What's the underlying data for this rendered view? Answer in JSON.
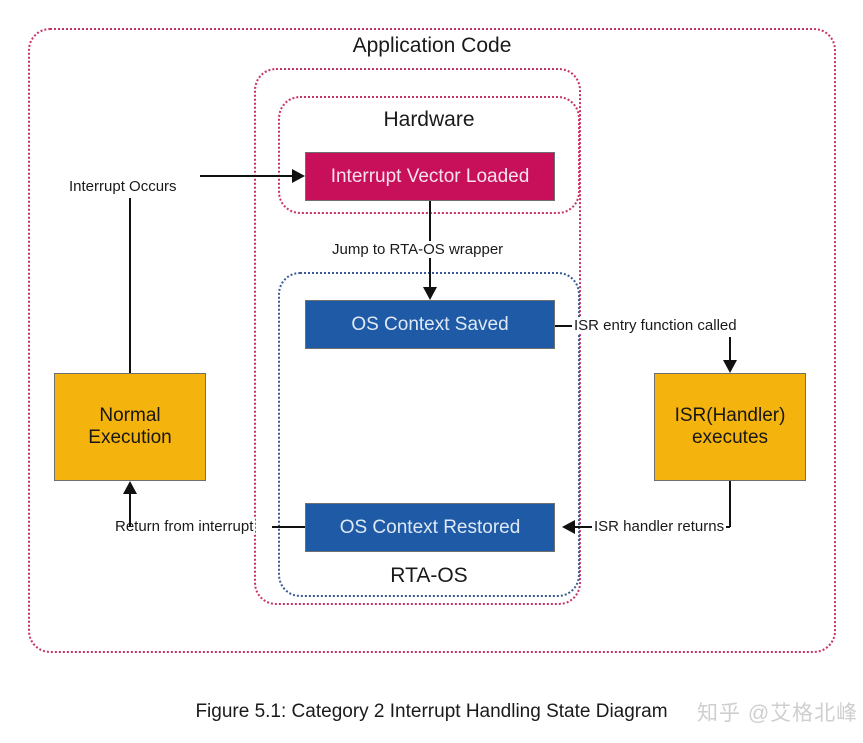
{
  "diagram": {
    "caption": "Figure 5.1: Category 2 Interrupt Handling State Diagram",
    "watermark": "知乎 @艾格北峰",
    "groups": {
      "application_code": "Application Code",
      "hardware": "Hardware",
      "rtaos": "RTA-OS"
    },
    "nodes": {
      "normal_execution_line1": "Normal",
      "normal_execution_line2": "Execution",
      "interrupt_vector_loaded": "Interrupt Vector Loaded",
      "os_context_saved": "OS Context Saved",
      "os_context_restored": "OS Context Restored",
      "isr_handler_line1": "ISR(Handler)",
      "isr_handler_line2": "executes"
    },
    "edges": {
      "interrupt_occurs": "Interrupt Occurs",
      "jump_to_wrapper": "Jump to RTA-OS wrapper",
      "isr_entry_called": "ISR entry function called",
      "isr_handler_returns": "ISR handler returns",
      "return_from_interrupt": "Return from interrupt"
    },
    "colors": {
      "hardware_box": "#C8105A",
      "os_box": "#1F5AA6",
      "execution_box": "#F5B30D",
      "outer_border": "#C8336A",
      "rtaos_border": "#3B5A96"
    }
  }
}
